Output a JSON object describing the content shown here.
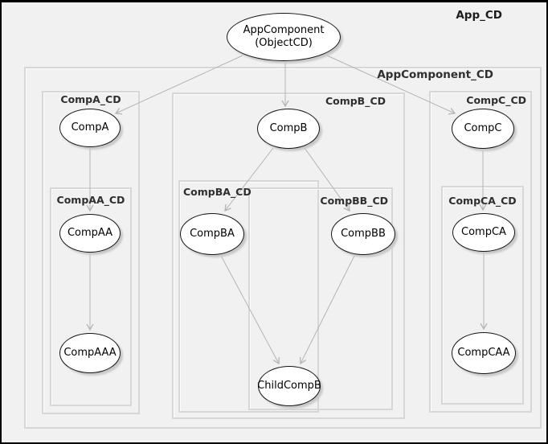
{
  "app_label": "App_CD",
  "frames": {
    "appcomponent_cd": "AppComponent_CD",
    "compa_cd": "CompA_CD",
    "compaa_cd": "CompAA_CD",
    "compb_cd": "CompB_CD",
    "compba_cd": "CompBA_CD",
    "compbb_cd": "CompBB_CD",
    "compc_cd": "CompC_CD",
    "compca_cd": "CompCA_CD"
  },
  "nodes": {
    "appcomponent": {
      "line1": "AppComponent",
      "line2": "(ObjectCD)"
    },
    "compa": {
      "label": "CompA"
    },
    "compb": {
      "label": "CompB"
    },
    "compc": {
      "label": "CompC"
    },
    "compaa": {
      "label": "CompAA"
    },
    "compba": {
      "label": "CompBA"
    },
    "compbb": {
      "label": "CompBB"
    },
    "compca": {
      "label": "CompCA"
    },
    "compaaa": {
      "label": "CompAAA"
    },
    "childcompb": {
      "label": "ChildCompB"
    },
    "compcaa": {
      "label": "CompCAA"
    }
  },
  "edges": [
    {
      "from": "AppComponent",
      "to": "CompA"
    },
    {
      "from": "AppComponent",
      "to": "CompB"
    },
    {
      "from": "AppComponent",
      "to": "CompC"
    },
    {
      "from": "CompA",
      "to": "CompAA"
    },
    {
      "from": "CompAA",
      "to": "CompAAA"
    },
    {
      "from": "CompB",
      "to": "CompBA"
    },
    {
      "from": "CompB",
      "to": "CompBB"
    },
    {
      "from": "CompBA",
      "to": "ChildCompB"
    },
    {
      "from": "CompBB",
      "to": "ChildCompB"
    },
    {
      "from": "CompC",
      "to": "CompCA"
    },
    {
      "from": "CompCA",
      "to": "CompCAA"
    }
  ],
  "colors": {
    "canvas_background": "#f1f1f1",
    "outer_border": "#000000",
    "frame_border": "#d7d7d7",
    "node_fill": "#ffffff",
    "node_border": "#141414",
    "node_shadow": "#c8c8c8",
    "edge": "#b5b5b5",
    "label_text": "#2f2f2f"
  }
}
